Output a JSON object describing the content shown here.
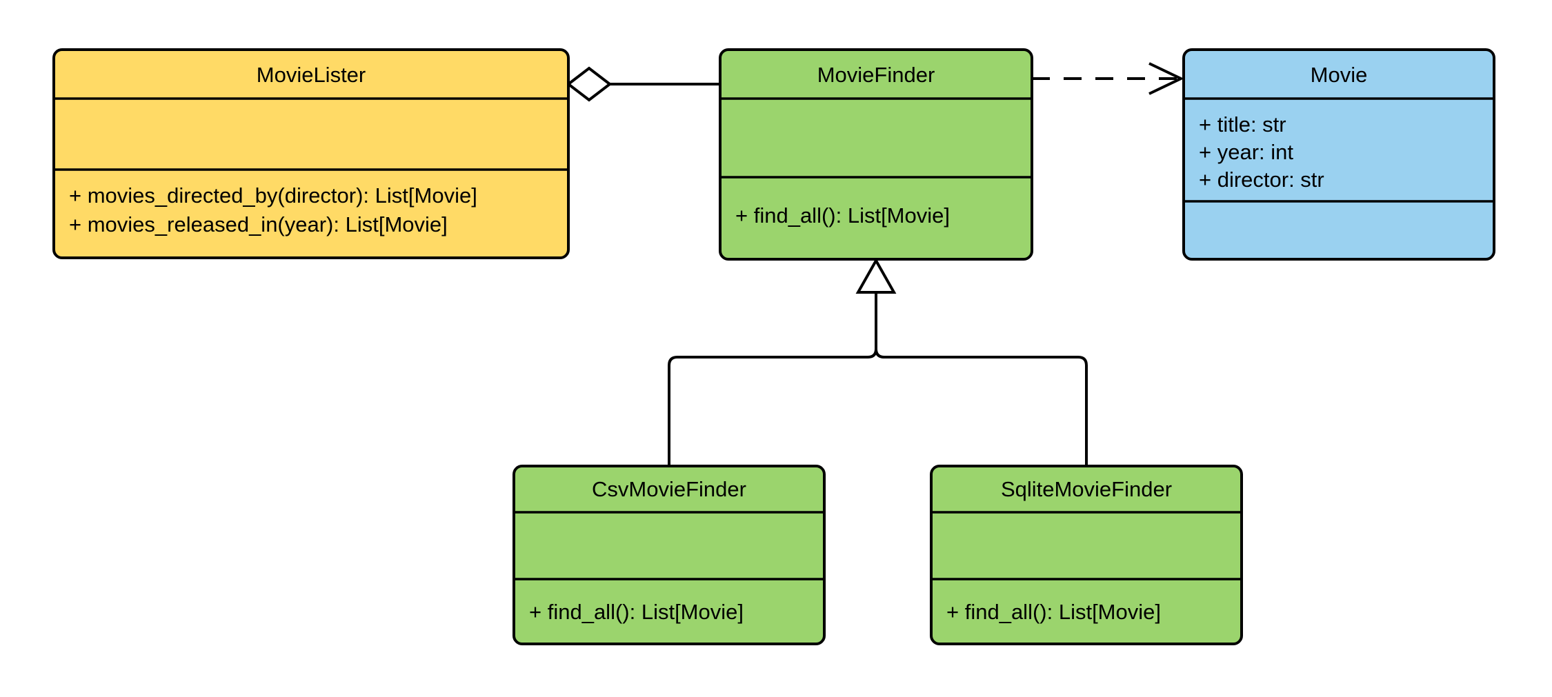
{
  "diagram": {
    "type": "uml-class-diagram",
    "background_color": "#ffffff",
    "line_color": "#000000",
    "classes": {
      "movieLister": {
        "name": "MovieLister",
        "fill": "#FFDA66",
        "attributes": [],
        "methods": [
          "+ movies_directed_by(director): List[Movie]",
          "+ movies_released_in(year): List[Movie]"
        ]
      },
      "movieFinder": {
        "name": "MovieFinder",
        "fill": "#9BD46D",
        "attributes": [],
        "methods": [
          "+ find_all(): List[Movie]"
        ]
      },
      "movie": {
        "name": "Movie",
        "fill": "#9AD1F0",
        "attributes": [
          "+ title: str",
          "+ year: int",
          "+ director: str"
        ],
        "methods": []
      },
      "csvMovieFinder": {
        "name": "CsvMovieFinder",
        "fill": "#9BD46D",
        "attributes": [],
        "methods": [
          "+ find_all(): List[Movie]"
        ]
      },
      "sqliteMovieFinder": {
        "name": "SqliteMovieFinder",
        "fill": "#9BD46D",
        "attributes": [],
        "methods": [
          "+ find_all(): List[Movie]"
        ]
      }
    },
    "relationships": [
      {
        "type": "aggregation",
        "from": "MovieLister",
        "to": "MovieFinder",
        "line": "solid",
        "marker": "hollow-diamond"
      },
      {
        "type": "dependency",
        "from": "MovieFinder",
        "to": "Movie",
        "line": "dashed",
        "marker": "open-arrow"
      },
      {
        "type": "generalization",
        "from": "CsvMovieFinder",
        "to": "MovieFinder",
        "line": "solid",
        "marker": "hollow-triangle"
      },
      {
        "type": "generalization",
        "from": "SqliteMovieFinder",
        "to": "MovieFinder",
        "line": "solid",
        "marker": "hollow-triangle"
      }
    ]
  }
}
